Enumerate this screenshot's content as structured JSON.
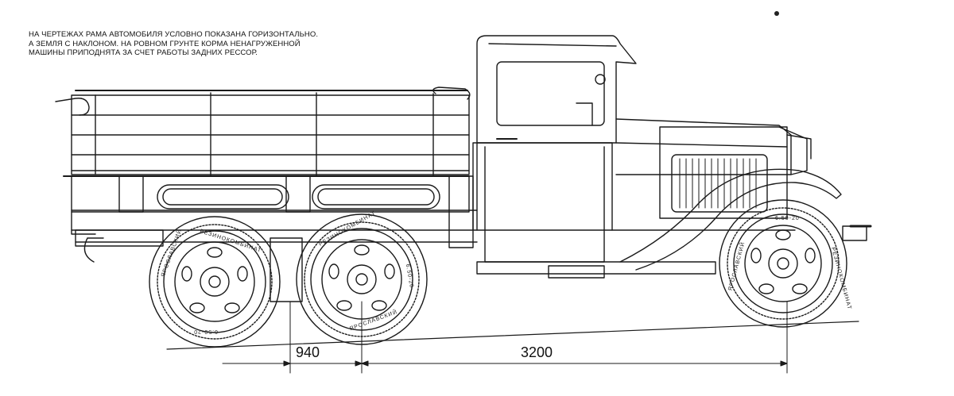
{
  "note": {
    "lines": [
      "НА ЧЕРТЕЖАХ РАМА АВТОМОБИЛЯ УСЛОВНО ПОКАЗАНА ГОРИЗОНТАЛЬНО.",
      "А ЗЕМЛЯ С НАКЛОНОМ. НА РОВНОМ ГРУНТЕ КОРМА НЕНАГРУЖЕННОЙ",
      "МАШИНЫ ПРИПОДНЯТА ЗА СЧЕТ РАБОТЫ ЗАДНИХ РЕССОР."
    ]
  },
  "dimensions": {
    "rear_axle_spacing": "940",
    "wheelbase": "3200"
  },
  "tire_marking": {
    "maker": "ЯРОСЛАВСКИЙ",
    "brand": "РЕЗИНОКОМБИНАТ",
    "size": "6.50-20"
  }
}
